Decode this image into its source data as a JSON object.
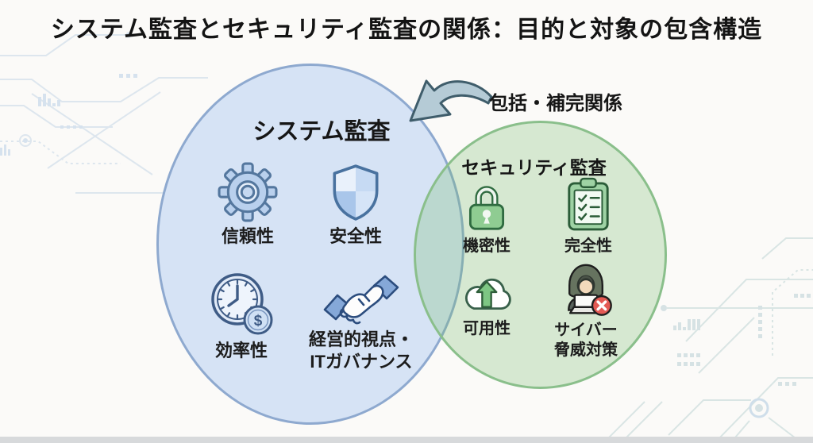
{
  "title": "システム監査とセキュリティ監査の関係：目的と対象の包含構造",
  "relation_label": "包括・補完関係",
  "system_audit": {
    "title": "システム監査",
    "items": [
      {
        "icon": "gear-icon",
        "label": "信頼性"
      },
      {
        "icon": "shield-icon",
        "label": "安全性"
      },
      {
        "icon": "clock-dollar-icon",
        "label": "効率性"
      },
      {
        "icon": "handshake-icon",
        "label": "経営的視点・\nITガバナンス"
      }
    ]
  },
  "security_audit": {
    "title": "セキュリティ監査",
    "items": [
      {
        "icon": "lock-icon",
        "label": "機密性"
      },
      {
        "icon": "checklist-icon",
        "label": "完全性"
      },
      {
        "icon": "cloud-upload-icon",
        "label": "可用性"
      },
      {
        "icon": "hacker-icon",
        "label": "サイバー\n脅威対策"
      }
    ]
  },
  "icons": {
    "dollar_glyph": "$"
  },
  "colors": {
    "background": "#fbfaf8",
    "system_circle_fill": "#d6e3f5",
    "system_circle_border": "#8ea9cf",
    "security_circle_fill": "#dcedda",
    "security_circle_border": "#8abf8b",
    "overlap_fill": "#bad2cf",
    "arrow_fill": "#b5cbd6",
    "arrow_stroke": "#3f5d6b",
    "alert_red": "#e45a54",
    "text": "#161616",
    "circuit_line": "#dde6ee"
  }
}
